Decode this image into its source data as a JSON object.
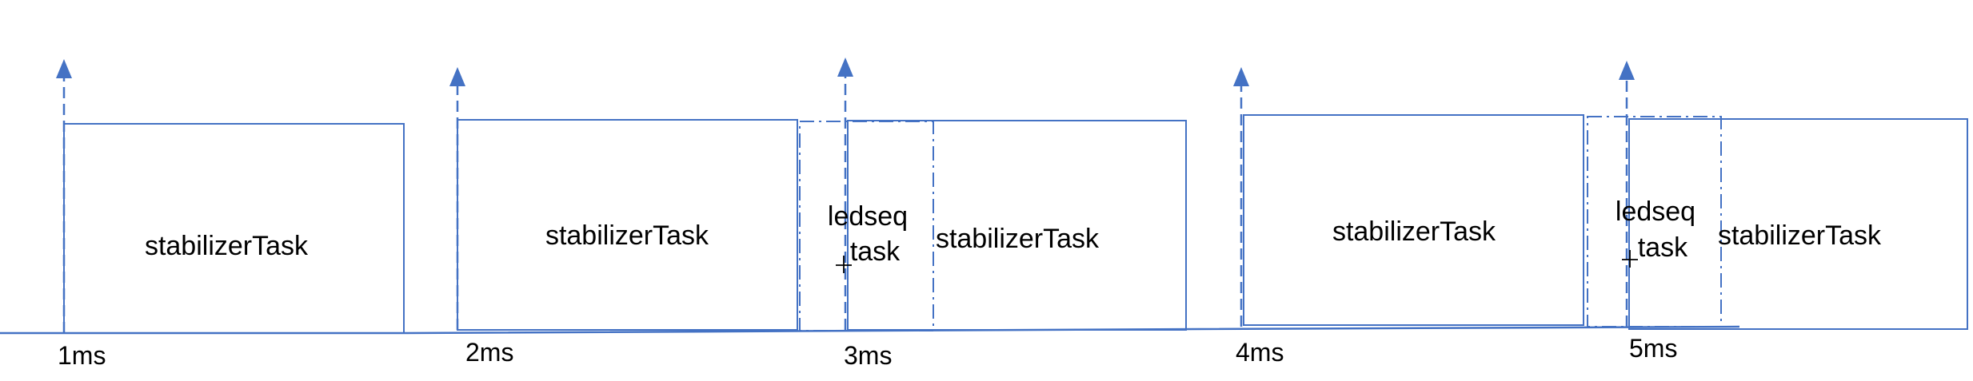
{
  "colors": {
    "line": "#4472c4",
    "text": "#000000",
    "background": "#ffffff"
  },
  "ticks": [
    {
      "label": "1ms"
    },
    {
      "label": "2ms"
    },
    {
      "label": "3ms"
    },
    {
      "label": "4ms"
    },
    {
      "label": "5ms"
    }
  ],
  "tasks": [
    {
      "label": "stabilizerTask",
      "style": "solid"
    },
    {
      "label": "stabilizerTask",
      "style": "solid"
    },
    {
      "label": "ledseq",
      "label2": "task",
      "style": "dash-dot"
    },
    {
      "label": "stabilizerTask",
      "style": "solid"
    },
    {
      "label": "stabilizerTask",
      "style": "solid"
    },
    {
      "label": "ledseq",
      "label2": "task",
      "style": "dash-dot"
    },
    {
      "label": "stabilizerTask",
      "style": "solid"
    }
  ]
}
